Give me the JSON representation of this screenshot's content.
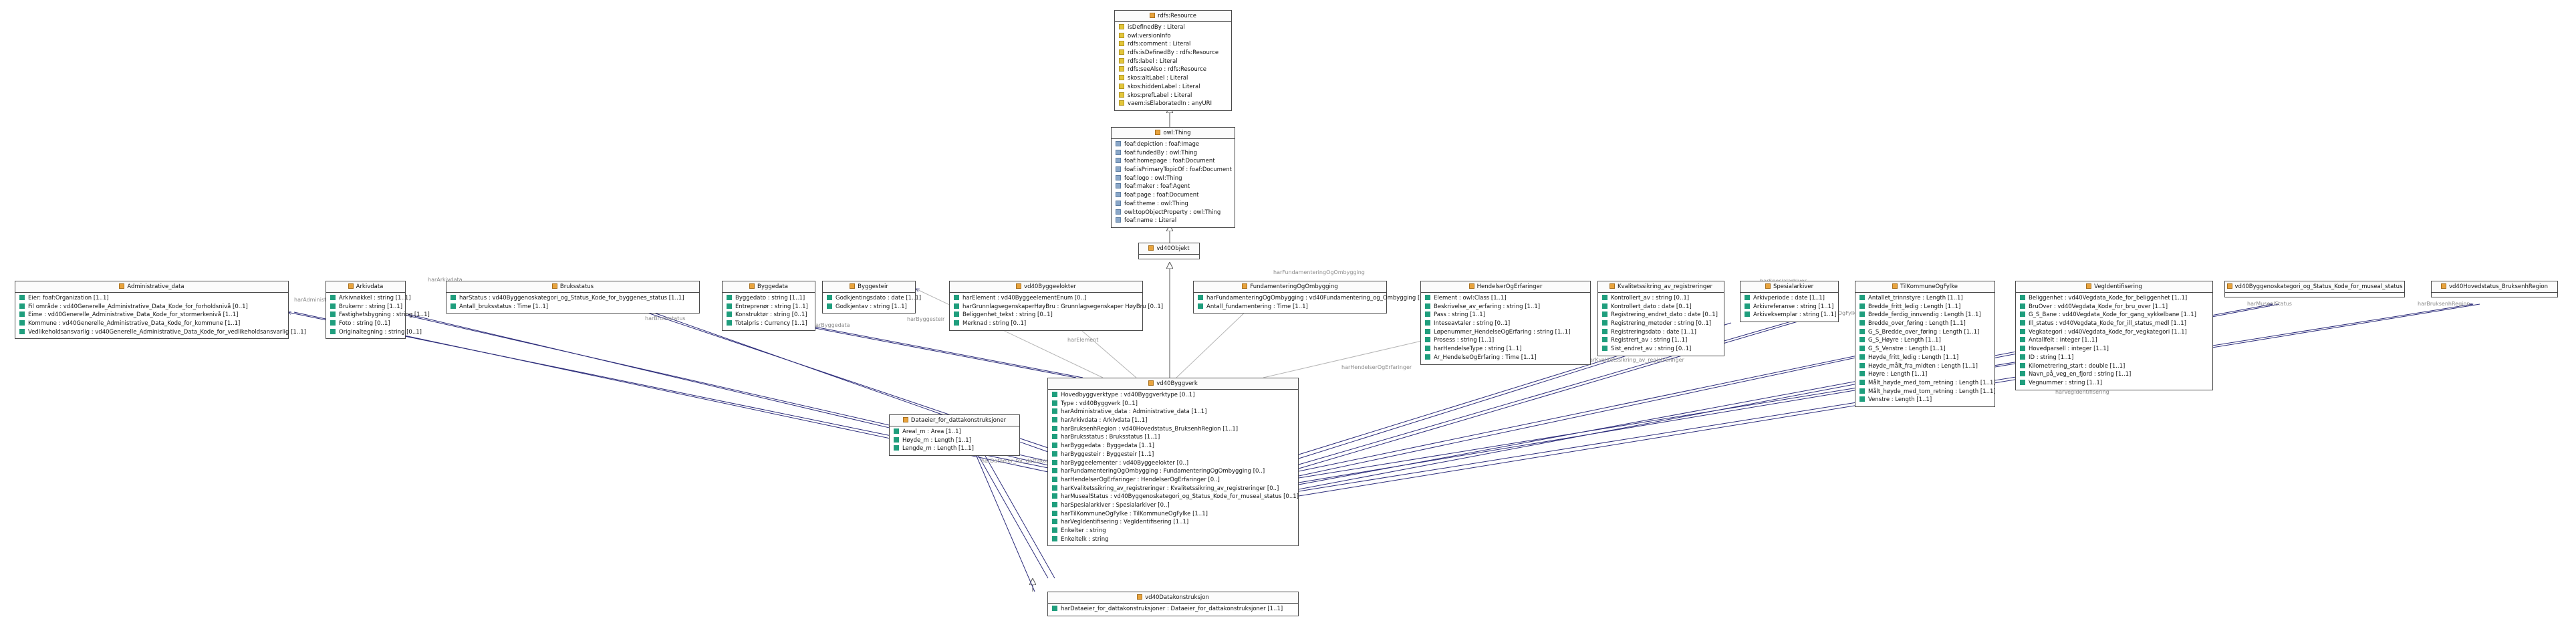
{
  "classes": {
    "rdfsResource": {
      "name": "rdfs:Resource",
      "attributes": [
        "isDefinedBy : Literal",
        "owl:versionInfo",
        "rdfs:comment : Literal",
        "rdfs:isDefinedBy : rdfs:Resource",
        "rdfs:label : Literal",
        "rdfs:seeAlso : rdfs:Resource",
        "skos:altLabel : Literal",
        "skos:hiddenLabel : Literal",
        "skos:prefLabel : Literal",
        "vaem:isElaboratedIn : anyURI"
      ]
    },
    "owlThing": {
      "name": "owl:Thing",
      "attributes": [
        "foaf:depiction : foaf:Image",
        "foaf:fundedBy : owl:Thing",
        "foaf:homepage : foaf:Document",
        "foaf:isPrimaryTopicOf : foaf:Document",
        "foaf:logo : owl:Thing",
        "foaf:maker : foaf:Agent",
        "foaf:page : foaf:Document",
        "foaf:theme : owl:Thing",
        "owl:topObjectProperty : owl:Thing",
        "foaf:name : Literal"
      ]
    },
    "vd40bject": {
      "name": "vd40Objekt",
      "attributes": []
    },
    "administrativeData": {
      "name": "Administrative_data",
      "attributes": [
        "Eier: foaf:Organization [1..1]",
        "Fil område : vd40Generelle_Administrative_Data_Kode_for_forholdsnivå [0..1]",
        "Eime : vd40Generelle_Administrative_Data_Kode_for_stormerkenivå [1..1]",
        "Kommune : vd40Generelle_Administrative_Data_Kode_for_kommune [1..1]",
        "Vedlikeholdsansvarlig : vd40Generelle_Administrative_Data_Kode_for_vedlikeholdsansvarlig [1..1]"
      ]
    },
    "arkivdata": {
      "name": "Arkivdata",
      "attributes": [
        "Arkivnøkkel : string [1..1]",
        "Brukernr : string [1..1]",
        "Fastighetsbygning : string [1..1]",
        "Foto : string [0..1]",
        "Originaltegning : string [0..1]"
      ]
    },
    "bruksstatus": {
      "name": "Bruksstatus",
      "attributes": [
        "harStatus : vd40Byggenoskategori_og_Status_Kode_for_byggenes_status [1..1]",
        "Antall_bruksstatus : Time [1..1]"
      ]
    },
    "byggedata": {
      "name": "Byggedata",
      "attributes": [
        "Byggedato : string [1..1]",
        "Entreprenør : string [1..1]",
        "Konstruktør : string [0..1]",
        "Totalpris : Currency [1..1]"
      ]
    },
    "byggesteir": {
      "name": "Byggesteir",
      "attributes": [
        "Godkjentingsdato : date [1..1]",
        "Godkjentav : string [1..1]"
      ]
    },
    "vd40Byggeelokter": {
      "name": "vd40Byggeelokter",
      "attributes": [
        "harElement : vd40ByggeelementEnum [0..]",
        "harGrunnlagsegenskaperHøyBru : Grunnlagsegenskaper HøyBru [0..1]",
        "Beliggenhet_tekst : string [0..1]",
        "Merknad : string [0..1]"
      ]
    },
    "fundamentering": {
      "name": "FundamenteringOgOmbygging",
      "attributes": [
        "harFundamenteringOgOmbygging : vd40Fundamentering_og_Ombygging [0..1]",
        "Antall_fundamentering : Time [1..1]"
      ]
    },
    "hendelser": {
      "name": "HendelserOgErfaringer",
      "attributes": [
        "Element : owl:Class [1..1]",
        "Beskrivelse_av_erfaring : string [1..1]",
        "Pass : string [1..1]",
        "Inteseavtaler : string [0..1]",
        "Løpenummer_HendelseOgErfaring : string [1..1]",
        "Prosess : string [1..1]",
        "harHendelseType : string [1..1]",
        "Ar_HendelseOgErfaring : Time [1..1]"
      ]
    },
    "kvalitetssikring": {
      "name": "Kvalitetssikring_av_registreringer",
      "attributes": [
        "Kontrollert_av : string [0..1]",
        "Kontrollert_dato : date [0..1]",
        "Registrering_endret_dato : date [0..1]",
        "Registrering_metoder : string [0..1]",
        "Registreringsdato : date [1..1]",
        "Registrert_av : string [1..1]",
        "Sist_endret_av : string [0..1]"
      ]
    },
    "spesialarkiver": {
      "name": "Spesialarkiver",
      "attributes": [
        "Arkivperiode : date [1..1]",
        "Arkivreferanse : string [1..1]",
        "Arkiveksemplar : string [1..1]"
      ]
    },
    "tilknytning": {
      "name": "TilKommuneOgFylke",
      "attributes": [
        "Antallet_trinnstyre : Length [1..1]",
        "Bredde_fritt_ledig : Length [1..1]",
        "Bredde_ferdig_innvendig : Length [1..1]",
        "Bredde_over_føring : Length [1..1]",
        "G_S_Bredde_over_føring : Length [1..1]",
        "G_S_Høyre : Length [1..1]",
        "G_S_Venstre : Length [1..1]",
        "Høyde_fritt_ledig : Length [1..1]",
        "Høyde_målt_fra_midten : Length [1..1]",
        "Høyre : Length [1..1]",
        "Målt_høyde_med_tom_retning : Length [1..1]",
        "Målt_høyde_med_tom_retning : Length [1..1]",
        "Venstre : Length [1..1]"
      ]
    },
    "vegidentifisering": {
      "name": "VegIdentifisering",
      "attributes": [
        "Beliggenhet : vd40Vegdata_Kode_for_beliggenhet [1..1]",
        "BruOver : vd40Vegdata_Kode_for_bru_over [1..1]",
        "G_S_Bane : vd40Vegdata_Kode_for_gang_sykkelbane [1..1]",
        "Ill_status : vd40Vegdata_Kode_for_ill_status_medl [1..1]",
        "Vegkategori : vd40Vegdata_Kode_for_vegkategori [1..1]",
        "Antallfelt : integer [1..1]",
        "Hovedparsell : integer [1..1]",
        "ID : string [1..1]",
        "Kilometrering_start : double [1..1]",
        "Navn_på_veg_en_fjord : string [1..1]",
        "Vegnummer : string [1..1]"
      ]
    },
    "vd40Byggenoskategori": {
      "name": "vd40Byggenoskategori_og_Status_Kode_for_museal_status",
      "attributes": []
    },
    "vd40Hovedstatus": {
      "name": "vd40Hovedstatus_BruksenhRegion",
      "attributes": []
    },
    "dataInfo": {
      "name": "Dataeier_for_dattakonstruksjoner",
      "attributes": [
        "Areal_m : Area [1..1]",
        "Høyde_m : Length [1..1]",
        "Lengde_m : Length [1..1]"
      ]
    },
    "vd40Byggverk": {
      "name": "vd40Byggverk",
      "attributes": [
        "Hovedbyggverktype : vd40Byggverktype [0..1]",
        "Type : vd40Byggverk [0..1]",
        "harAdministrative_data : Administrative_data [1..1]",
        "harArkivdata : Arkivdata [1..1]",
        "harBruksenhRegion : vd40Hovedstatus_BruksenhRegion [1..1]",
        "harBruksstatus : Bruksstatus [1..1]",
        "harByggedata : Byggedata [1..1]",
        "harByggesteir : Byggesteir [1..1]",
        "harByggeelementer : vd40Byggeelokter [0..]",
        "harFundamenteringOgOmbygging : FundamenteringOgOmbygging [0..]",
        "harHendelserOgErfaringer : HendelserOgErfaringer [0..]",
        "harKvalitetssikring_av_registreringer : Kvalitetssikring_av_registreringer [0..]",
        "harMusealStatus : vd40Byggenoskategori_og_Status_Kode_for_museal_status [0..1]",
        "harSpesialarkiver : Spesialarkiver [0..]",
        "harTilKommuneOgFylke : TilKommuneOgFylke [1..1]",
        "harVegIdentifisering : VegIdentifisering [1..1]",
        "Enkelter : string",
        "Enkeltelk : string"
      ]
    },
    "vd40Datakonstruksjon": {
      "name": "vd40Datakonstruksjon",
      "attributes": [
        "harDataeier_for_dattakonstruksjoner : Dataeier_for_dattakonstruksjoner [1..1]"
      ]
    }
  },
  "edge_labels": {
    "administrative": "harAdministrative_data",
    "arkivdata": "harArkivdata",
    "bruksstatus": "harBruksstatus",
    "byggedata": "harByggedata",
    "byggesteir": "harByggesteir",
    "element": "harElement",
    "fundamentering": "harFundamenteringOgOmbygging",
    "hendelser": "harHendelserOgErfaringer",
    "kvalitet": "harKvalitetssikring_av_registreringer",
    "spesial": "harSpesialarkiver",
    "tilknytning": "harTilKommuneOgFylke",
    "vegident": "harVegIdentifisering",
    "museal": "harMusealStatus",
    "bruksenh": "harBruksenhRegion",
    "dataeier": "harDataeier_for_dattakonstruksjoner"
  },
  "colors": {
    "class_icon": "#e8a33d",
    "attr_icon": "#1f9e7d",
    "generalization": "#555555",
    "association": "#2c2c7a",
    "dependency": "#b5b5b5"
  }
}
